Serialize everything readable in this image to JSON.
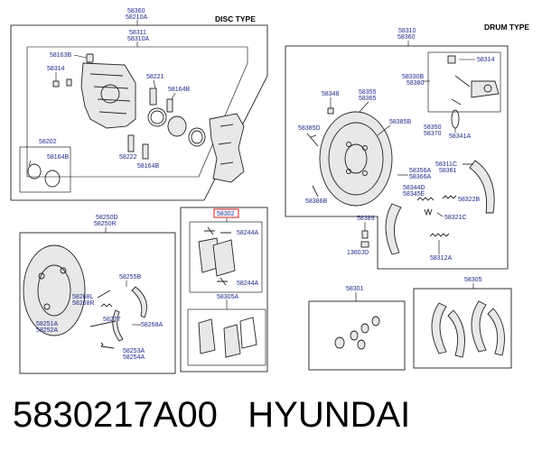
{
  "section_titles": {
    "disc": "DISC TYPE",
    "drum": "DRUM TYPE"
  },
  "caption": {
    "part_number": "5830217A00",
    "brand": "HYUNDAI"
  },
  "labels": {
    "disc_caliper_a": "58360",
    "disc_caliper_b": "58210A",
    "disc_carrier_a": "58311",
    "disc_carrier_b": "58310A",
    "bleeder": "58163B",
    "cap_58314": "58314",
    "pin_58221": "58221",
    "bolt_58164B_a": "58164B",
    "boot_58202": "58202",
    "boot_58164B_inset": "58164B",
    "guide_58222": "58222",
    "bolt_58164B_b": "58164B",
    "pad_kit_highlight": "58302",
    "shim_a": "58244A",
    "shim_b": "58244A",
    "pad_set": "58305A",
    "parking_set_a": "58250D",
    "parking_set_b": "58250R",
    "spring_58255B": "58255B",
    "lever_a": "58268L",
    "lever_b": "58268R",
    "strut_58277": "58277",
    "spring_58268A": "58268A",
    "backplate_a": "58251A",
    "backplate_b": "58252A",
    "pin_a": "58253A",
    "pin_b": "58254A",
    "drum_set_a": "58310",
    "drum_set_b": "58360",
    "wc_58314": "58314",
    "wc_a": "58330B",
    "wc_b": "58380",
    "clip_58348": "58348",
    "bp_a": "58355",
    "bp_b": "58365",
    "bolt_58385B": "58385B",
    "adj_a": "58350",
    "adj_b": "58370",
    "ring_58341A": "58341A",
    "pin_58385D": "58385D",
    "lever_a2": "58356A",
    "lever_b2": "58366A",
    "shoe_a": "58311C",
    "shoe_b": "58361",
    "spring_a": "58344D",
    "spring_b": "58345E",
    "spring_58322B": "58322B",
    "pin_58386B": "58386B",
    "bolt_58389": "58389",
    "spring_58321C": "58321C",
    "nut_1360JD": "1360JD",
    "spring_58312A": "58312A",
    "kit_58301": "58301",
    "shoes_58305": "58305"
  },
  "colors": {
    "label": "#1f2a8a",
    "line": "#000000",
    "highlight": "#d01818"
  }
}
